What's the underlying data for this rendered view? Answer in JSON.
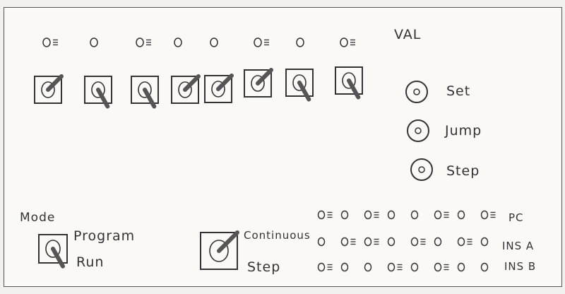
{
  "top_value_label": "VAL",
  "top_leds": [
    {
      "type": "mark"
    },
    {
      "type": "plain"
    },
    {
      "type": "mark"
    },
    {
      "type": "plain"
    },
    {
      "type": "plain"
    },
    {
      "type": "mark"
    },
    {
      "type": "plain"
    },
    {
      "type": "mark"
    }
  ],
  "toggle_switches": [
    {
      "state": "up"
    },
    {
      "state": "down"
    },
    {
      "state": "down"
    },
    {
      "state": "up"
    },
    {
      "state": "up"
    },
    {
      "state": "up"
    },
    {
      "state": "down"
    },
    {
      "state": "down"
    }
  ],
  "buttons": {
    "set": "Set",
    "jump": "Jump",
    "step": "Step"
  },
  "mode": {
    "label": "Mode",
    "switch_state": "down",
    "program_label": "Program",
    "run_label": "Run"
  },
  "continuous": {
    "switch_state": "up",
    "continuous_label": "Continuous",
    "step_label": "Step"
  },
  "registers": [
    {
      "label": "PC",
      "leds": [
        "mark",
        "plain",
        "mark",
        "plain",
        "plain",
        "mark",
        "plain",
        "mark"
      ]
    },
    {
      "label": "INS A",
      "leds": [
        "plain",
        "mark",
        "mark",
        "plain",
        "mark",
        "plain",
        "mark",
        "plain"
      ]
    },
    {
      "label": "INS B",
      "leds": [
        "mark",
        "plain",
        "plain",
        "mark",
        "plain",
        "mark",
        "plain",
        "plain"
      ]
    }
  ]
}
